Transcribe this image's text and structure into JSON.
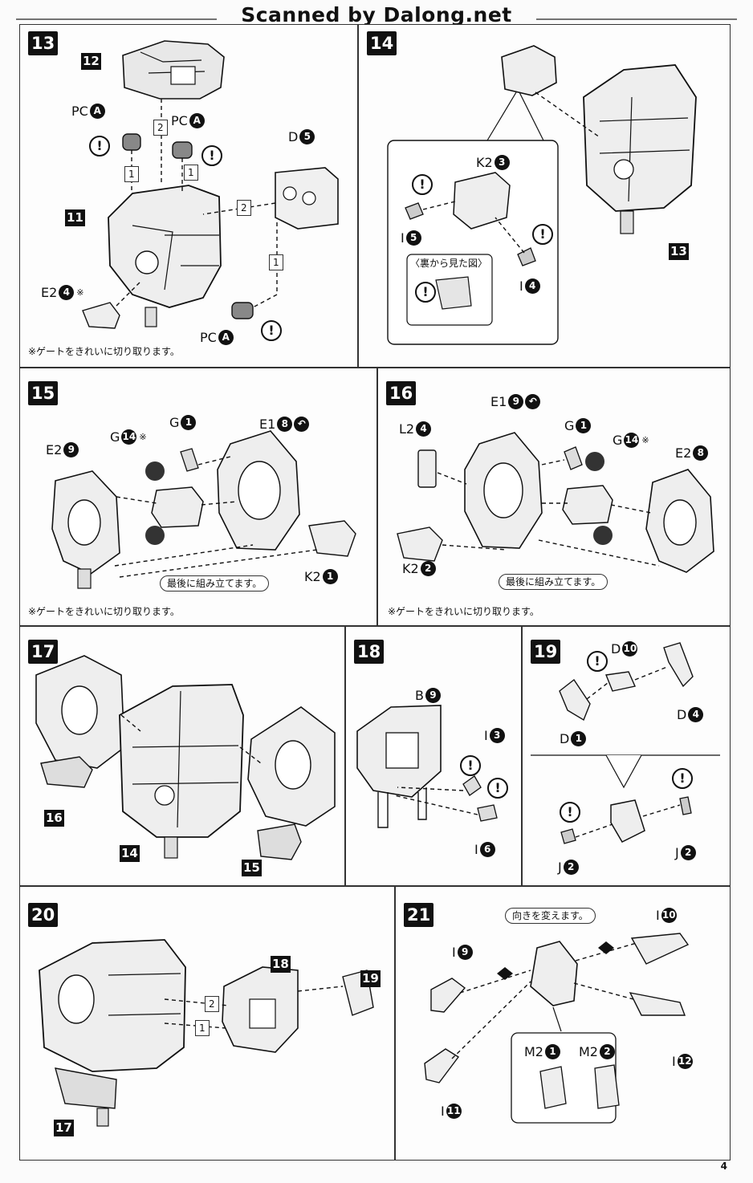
{
  "watermark": "Scanned by Dalong.net",
  "page_number": "4",
  "warning_icon": "exclamation-circle-icon",
  "steps": {
    "s13": {
      "num": "13",
      "ref_top": "12",
      "ref_body": "11",
      "pc_a1": "PC",
      "pc_a1_n": "A",
      "pc_a2": "PC",
      "pc_a2_n": "A",
      "pc_a3": "PC",
      "pc_a3_n": "A",
      "d": "D",
      "d_n": "5",
      "e2": "E2",
      "e2_n": "4",
      "e2_mark": "※",
      "seq1a": "1",
      "seq1b": "1",
      "seq2a": "2",
      "seq2b": "2",
      "seq1c": "1",
      "note": "※ゲートをきれいに切り取ります。"
    },
    "s14": {
      "num": "14",
      "ref_body": "13",
      "k2": "K2",
      "k2_n": "3",
      "i5": "I",
      "i5_n": "5",
      "i4": "I",
      "i4_n": "4",
      "inset_title": "〈裏から見た図〉"
    },
    "s15": {
      "num": "15",
      "e2": "E2",
      "e2_n": "9",
      "g14": "G",
      "g14_n": "14",
      "g14_mark": "※",
      "g1": "G",
      "g1_n": "1",
      "e1": "E1",
      "e1_n": "8",
      "k2": "K2",
      "k2_n": "1",
      "bubble": "最後に組み立てます。",
      "note": "※ゲートをきれいに切り取ります。"
    },
    "s16": {
      "num": "16",
      "e1": "E1",
      "e1_n": "9",
      "l2": "L2",
      "l2_n": "4",
      "g1": "G",
      "g1_n": "1",
      "g14": "G",
      "g14_n": "14",
      "g14_mark": "※",
      "e2": "E2",
      "e2_n": "8",
      "k2": "K2",
      "k2_n": "2",
      "bubble": "最後に組み立てます。",
      "note": "※ゲートをきれいに切り取ります。"
    },
    "s17": {
      "num": "17",
      "ref_a": "16",
      "ref_b": "14",
      "ref_c": "15"
    },
    "s18": {
      "num": "18",
      "b": "B",
      "b_n": "9",
      "i3": "I",
      "i3_n": "3",
      "i6": "I",
      "i6_n": "6"
    },
    "s19": {
      "num": "19",
      "d10": "D",
      "d10_n": "10",
      "d4": "D",
      "d4_n": "4",
      "d1": "D",
      "d1_n": "1",
      "j2a": "J",
      "j2a_n": "2",
      "j2b": "J",
      "j2b_n": "2"
    },
    "s20": {
      "num": "20",
      "ref_a": "18",
      "ref_b": "19",
      "ref_c": "17",
      "seq2": "2",
      "seq1": "1"
    },
    "s21": {
      "num": "21",
      "bubble": "向きを変えます。",
      "i10": "I",
      "i10_n": "10",
      "i9": "I",
      "i9_n": "9",
      "i12": "I",
      "i12_n": "12",
      "i11": "I",
      "i11_n": "11",
      "m2a": "M2",
      "m2a_n": "1",
      "m2b": "M2",
      "m2b_n": "2"
    }
  }
}
